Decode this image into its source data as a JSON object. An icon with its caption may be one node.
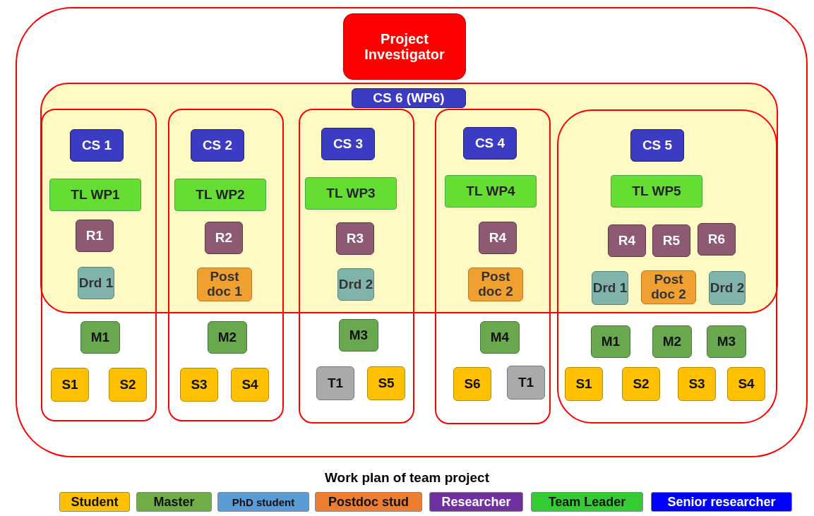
{
  "diagram": {
    "caption": "Work plan of team project",
    "nodes": [
      {
        "text": [],
        "shape": "box"
      },
      {
        "text": [
          "Project Investigator"
        ],
        "in": 0
      },
      {
        "text": [],
        "shape": "box",
        "in": 0
      },
      {
        "text": [
          "CS 6 (WP6)"
        ],
        "in": 2
      },
      {
        "text": [],
        "shape": "box",
        "in": 0
      },
      {
        "text": [
          "CS 1"
        ]
      },
      {
        "text": [
          "TL WP1"
        ]
      },
      {
        "text": [
          "R1"
        ]
      },
      {
        "text": [
          "Drd 1"
        ]
      },
      {
        "text": [
          "M1"
        ],
        "in": 4
      },
      {
        "text": [
          "S1"
        ],
        "in": 4
      },
      {
        "text": [
          "S2"
        ],
        "in": 4
      },
      {
        "text": [],
        "shape": "box",
        "in": 0
      },
      {
        "text": [
          "CS 2"
        ]
      },
      {
        "text": [
          "TL WP2"
        ]
      },
      {
        "text": [
          "R2"
        ]
      },
      {
        "text": [
          "Post doc 1"
        ]
      },
      {
        "text": [
          "M2"
        ],
        "in": 12
      },
      {
        "text": [
          "S3"
        ],
        "in": 12
      },
      {
        "text": [
          "S4"
        ],
        "in": 12
      },
      {
        "text": [],
        "shape": "box",
        "in": 0
      },
      {
        "text": [
          "CS 3"
        ]
      },
      {
        "text": [
          "TL WP3"
        ]
      },
      {
        "text": [
          "R3"
        ]
      },
      {
        "text": [
          "Drd 2"
        ]
      },
      {
        "text": [
          "M3"
        ],
        "in": 20
      },
      {
        "text": [
          "T1"
        ],
        "in": 20
      },
      {
        "text": [
          "S5"
        ],
        "in": 20
      },
      {
        "text": [],
        "shape": "box",
        "in": 0
      },
      {
        "text": [
          "CS 4"
        ]
      },
      {
        "text": [
          "TL WP4"
        ]
      },
      {
        "text": [
          "R4"
        ]
      },
      {
        "text": [
          "Post doc 2"
        ]
      },
      {
        "text": [
          "M4"
        ],
        "in": 28
      },
      {
        "text": [
          "S6"
        ],
        "in": 28
      },
      {
        "text": [
          "T1"
        ],
        "in": 28
      },
      {
        "text": [],
        "shape": "box",
        "in": 0
      },
      {
        "text": [
          "CS 5"
        ]
      },
      {
        "text": [
          "TL WP5"
        ]
      },
      {
        "text": [
          "R4"
        ]
      },
      {
        "text": [
          "R5"
        ]
      },
      {
        "text": [
          "R6"
        ]
      },
      {
        "text": [
          "Drd 1"
        ]
      },
      {
        "text": [
          "Post doc 2"
        ]
      },
      {
        "text": [
          "Drd 2"
        ]
      },
      {
        "text": [
          "M1"
        ],
        "in": 36
      },
      {
        "text": [
          "M2"
        ],
        "in": 36
      },
      {
        "text": [
          "M3"
        ],
        "in": 36
      },
      {
        "text": [
          "S1"
        ],
        "in": 36
      },
      {
        "text": [
          "S2"
        ],
        "in": 36
      },
      {
        "text": [
          "S3"
        ],
        "in": 36
      },
      {
        "text": [
          "S4"
        ],
        "in": 36
      }
    ],
    "edges": [],
    "legend": [
      {
        "text": "Student",
        "color": "#ffc000"
      },
      {
        "text": "Master",
        "color": "#70ad47"
      },
      {
        "text": "PhD student",
        "color": "#5b9bd5"
      },
      {
        "text": "Postdoc stud",
        "color": "#ed7d31"
      },
      {
        "text": "Researcher",
        "color": "#7030a0"
      },
      {
        "text": "Team Leader",
        "color": "#33cc33"
      },
      {
        "text": "Senior researcher",
        "color": "#0000ff"
      }
    ]
  }
}
